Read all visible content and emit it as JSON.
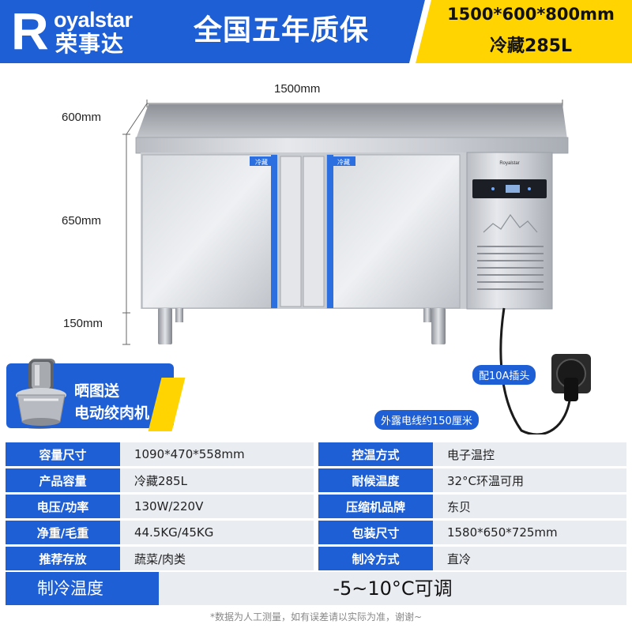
{
  "header": {
    "brand_letter": "R",
    "brand_en": "oyalstar",
    "brand_cn": "荣事达",
    "slogan": "全国五年质保",
    "size": "1500*600*800mm",
    "capacity": "冷藏285L"
  },
  "dimensions": {
    "width": "1500mm",
    "depth": "600mm",
    "body_height": "650mm",
    "leg_height": "150mm"
  },
  "door_labels": [
    "冷藏",
    "冷藏"
  ],
  "panel_brand": "Royalstar",
  "callouts": {
    "plug": "配10A插头",
    "cord": "外露电线约150厘米"
  },
  "promo": {
    "line1": "晒图送",
    "line2": "电动绞肉机"
  },
  "specs": [
    {
      "label": "容量尺寸",
      "value": "1090*470*558mm",
      "label2": "控温方式",
      "value2": "电子温控"
    },
    {
      "label": "产品容量",
      "value": "冷藏285L",
      "label2": "耐候温度",
      "value2": "32°C环温可用"
    },
    {
      "label": "电压/功率",
      "value": "130W/220V",
      "label2": "压缩机品牌",
      "value2": "东贝"
    },
    {
      "label": "净重/毛重",
      "value": "44.5KG/45KG",
      "label2": "包装尺寸",
      "value2": "1580*650*725mm"
    },
    {
      "label": "推荐存放",
      "value": "蔬菜/肉类",
      "label2": "制冷方式",
      "value2": "直冷"
    }
  ],
  "temperature": {
    "label": "制冷温度",
    "value": "-5~10°C可调"
  },
  "footnote": "*数据为人工测量，如有误差请以实际为准，谢谢~",
  "colors": {
    "brand_blue": "#1f5fd6",
    "accent_yellow": "#ffd400",
    "row_gray": "#e9ecf1"
  }
}
